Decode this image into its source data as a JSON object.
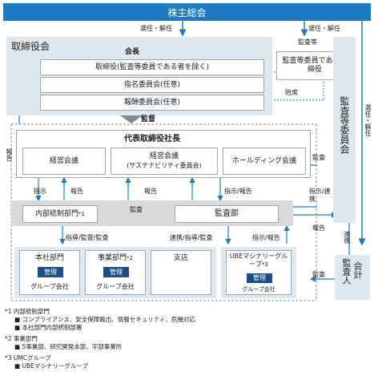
{
  "top": {
    "shareholders": "株主総会",
    "elect_left": "選任・解任",
    "elect_right": "選任・解任",
    "audit_etc": "監査等"
  },
  "board": {
    "title": "取締役会",
    "chair": "会長",
    "rows": [
      "取締役(監査等委員である者を除く)",
      "指名委員会(任意)",
      "報酬委員会(任意)"
    ],
    "attend": "陪席",
    "audit_member": "監査等委員である取締役"
  },
  "audit_committee": {
    "label": "監査等委員会",
    "elect": "選任・解任"
  },
  "supervise": "監督",
  "president": {
    "title": "代表取締役社長",
    "meetings": [
      "経営会議",
      "経営会議",
      "(サステナビリティ委員会)",
      "ホールディング会議"
    ]
  },
  "labels": {
    "report_left": "報告",
    "audit1": "監査",
    "instruct": "指示",
    "report1": "報告",
    "report2": "報告",
    "instruct_report": "指示/報告",
    "instruct_coord": "指示/連携",
    "audit2": "監査",
    "report3": "報告",
    "coord": "連携",
    "audit3": "監査",
    "guide": "指導/監督/監査",
    "coord_guide": "連携/指導/監査",
    "instruct_report2": "指示/報告"
  },
  "internal": {
    "label": "内部統制部門",
    "mark": "*1"
  },
  "audit_dept": "監査部",
  "accountant": {
    "label1": "会計",
    "label2": "監査人"
  },
  "groups": [
    {
      "title": "本社部門",
      "mark": "",
      "badge": "管理",
      "sub": "グループ会社"
    },
    {
      "title": "事業部門",
      "mark": "*2",
      "badge": "管理",
      "sub": "グループ会社"
    },
    {
      "title": "支店",
      "mark": "",
      "badge": "",
      "sub": ""
    },
    {
      "title": "UBEマシナリーグループ",
      "mark": "*3",
      "badge": "管理",
      "sub": "グループ会社"
    }
  ],
  "footnotes": [
    {
      "mark": "*1",
      "title": "内部統制部門",
      "items": [
        "コンプライアンス、安全保障輸出、情報セキュリティ、危機対応",
        "本社部門内部統制部署"
      ]
    },
    {
      "mark": "*2",
      "title": "事業部門",
      "items": [
        "5事業部、研究開発本部、宇部事業所"
      ]
    },
    {
      "mark": "*3",
      "title": "UMCグループ",
      "items": [
        "UBEマシナリーグループ"
      ]
    }
  ]
}
